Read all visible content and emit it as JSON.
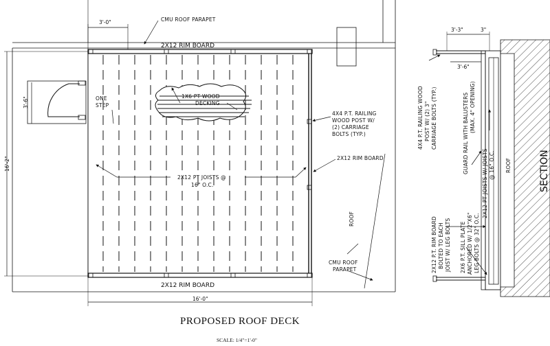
{
  "plan": {
    "title": "PROPOSED ROOF DECK",
    "scale": "SCALE: 1/4\"=1'-0\"",
    "rim_board_top": "2X12 RIM BOARD",
    "rim_board_bottom": "2X12 RIM BOARD",
    "rim_board_side": "2X12 RIM BOARD",
    "cmu_parapet_top": "CMU ROOF PARAPET",
    "cmu_parapet_right_1": "CMU ROOF",
    "cmu_parapet_right_2": "PARAPET",
    "decking_1": "1X6 PT WOOD",
    "decking_2": "DECKING",
    "one_step_1": "ONE",
    "one_step_2": "STEP",
    "post_1": "4X4 P.T. RAILING",
    "post_2": "WOOD POST W/",
    "post_3": "(2) CARRIAGE",
    "post_4": "BOLTS (TYP.)",
    "joists_1": "2X12 PT JOISTS @",
    "joists_2": "16\" O.C.",
    "roof": "ROOF",
    "dim_top": "3'-0\"",
    "dim_left_height": "16'-2\"",
    "dim_step": "3'-6\"",
    "dim_bottom": "16'-0\""
  },
  "section": {
    "heading": "SECTION",
    "dim_a": "3'-3\"",
    "dim_b": "3\"",
    "dim_c": "3'-6\"",
    "post_1": "4X4 P.T. RAILING WOOD",
    "post_2": "POST W/ (2) 3\"",
    "post_3": "CARRIAGE BOLTS (TYP.)",
    "guard_1": "GUARD RAIL WITH BALUSTERS",
    "guard_2": "(MAX. 4\" OPENING)",
    "joists_1": "2X12 PT JOISTS W/ JOISTS",
    "joists_2": "@ 16\" O.C.",
    "roof": "ROOF",
    "rim_1": "2X12 P.T. RIM BOARD",
    "rim_2": "BOLTED TO EACH",
    "rim_3": "JOIST W/ LEG BOLTS",
    "sill_1": "2X6 P.T. SILL PLATE",
    "sill_2": "ANCHORED W/ 1/2\"X6\"",
    "sill_3": "LEG BOLTS @ 32\" O.C."
  }
}
